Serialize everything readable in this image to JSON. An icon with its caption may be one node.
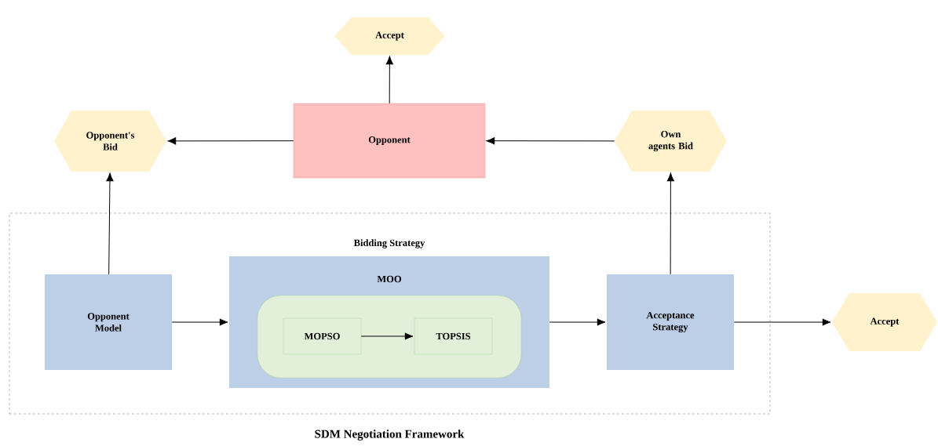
{
  "diagram": {
    "nodes": [
      {
        "text": [
          "Accept"
        ]
      },
      {
        "text": [
          "Opponent's Bid"
        ]
      },
      {
        "text": [
          "Opponent"
        ]
      },
      {
        "text": [
          "Own agents Bid"
        ]
      },
      {
        "text": [
          "SDM Negotiation Framework"
        ]
      },
      {
        "text": [
          "Opponent Model"
        ],
        "in": 4
      },
      {
        "text": [
          "Bidding Strategy",
          "MOO"
        ],
        "in": 4
      },
      {
        "text": [],
        "shape": "box",
        "in": 6
      },
      {
        "text": [
          "MOPSO"
        ],
        "in": 7
      },
      {
        "text": [
          "TOPSIS"
        ],
        "in": 7
      },
      {
        "text": [
          "Acceptance Strategy"
        ],
        "in": 4
      },
      {
        "text": [
          "Accept"
        ]
      }
    ],
    "edges": [
      {
        "from": 2,
        "to": 0,
        "arrow": "to"
      },
      {
        "from": 2,
        "to": 1,
        "arrow": "to"
      },
      {
        "from": 3,
        "to": 2,
        "arrow": "to"
      },
      {
        "from": 5,
        "to": 1,
        "arrow": "to"
      },
      {
        "from": 5,
        "to": 6,
        "arrow": "to"
      },
      {
        "from": 8,
        "to": 9,
        "arrow": "to"
      },
      {
        "from": 6,
        "to": 10,
        "arrow": "to"
      },
      {
        "from": 10,
        "to": 3,
        "arrow": "to"
      },
      {
        "from": 10,
        "to": 11,
        "arrow": "to"
      }
    ]
  }
}
